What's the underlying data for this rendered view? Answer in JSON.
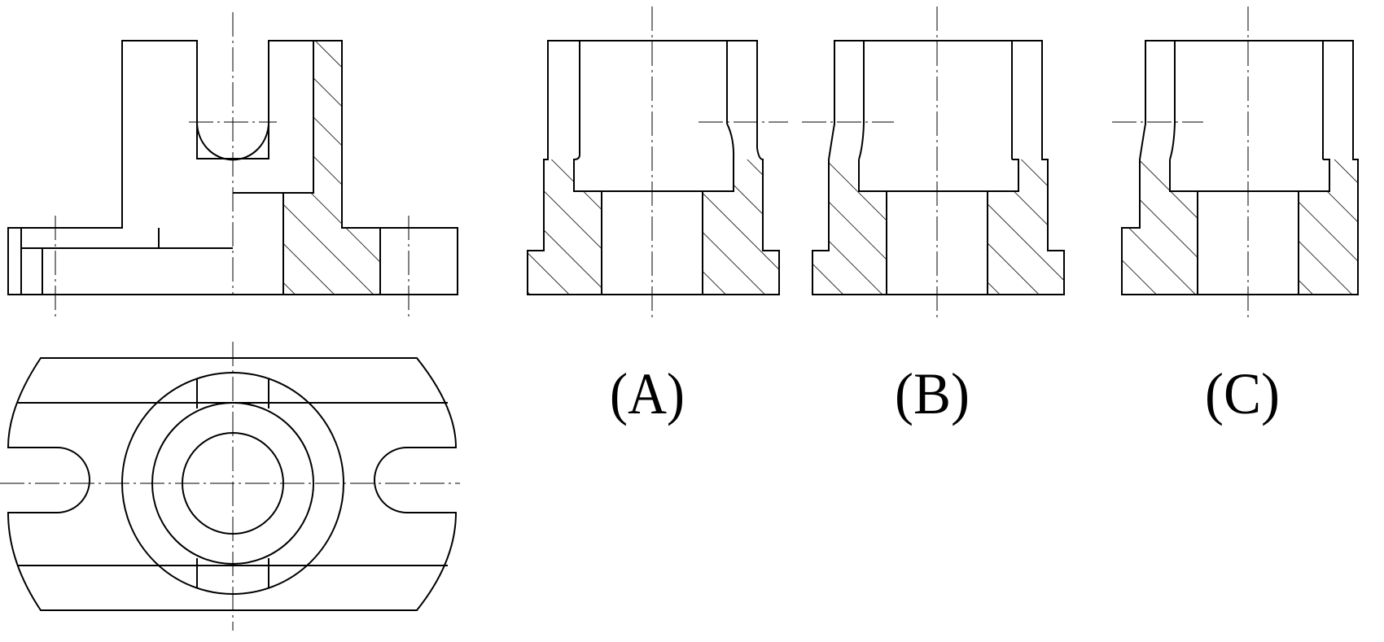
{
  "labels": {
    "a": "(A)",
    "b": "(B)",
    "c": "(C)"
  },
  "colors": {
    "line": "#000000",
    "paper": "#ffffff"
  }
}
